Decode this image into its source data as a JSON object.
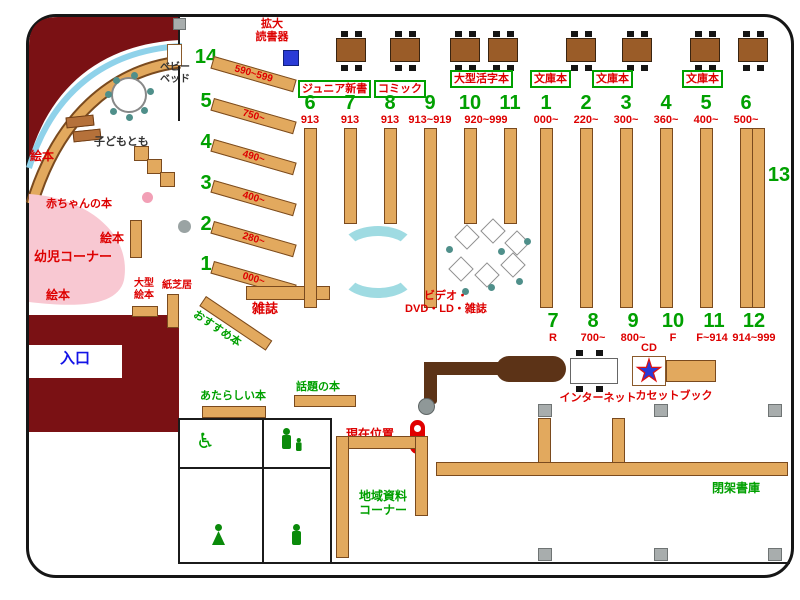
{
  "colors": {
    "maroon": "#7a1114",
    "shelf_tan": "#e2a95e",
    "shelf_border": "#7a4a1e",
    "green": "#00a000",
    "red": "#dd0000",
    "blue": "#1414e6",
    "pink_area": "#f8c8d2",
    "window_blue": "#8fd2ea",
    "cyan_bench": "#9fdbe2",
    "counter_brown": "#5c3317",
    "table_brown": "#9a5c28",
    "star_blue": "#2a3bd6"
  },
  "icons": {
    "wheelchair": "♿"
  },
  "top_labels": {
    "magnifier_l1": "拡大",
    "magnifier_l2": "読書器",
    "junior_shinsho": "ジュニア新書",
    "comic": "コミック",
    "large_print": "大型活字本",
    "bunko_1": "文庫本",
    "bunko_2": "文庫本",
    "bunko_3": "文庫本"
  },
  "diagonal_shelves": [
    {
      "no": "14",
      "range": "590~599"
    },
    {
      "no": "5",
      "range": "750~"
    },
    {
      "no": "4",
      "range": "490~"
    },
    {
      "no": "3",
      "range": "400~"
    },
    {
      "no": "2",
      "range": "280~"
    },
    {
      "no": "1",
      "range": "000~"
    }
  ],
  "center_columns": {
    "numbers": [
      "6",
      "7",
      "8",
      "9",
      "10",
      "11"
    ],
    "ranges": [
      "913",
      "913",
      "913",
      "913~919"
    ],
    "range_span": "920~999"
  },
  "right_columns_top": [
    {
      "no": "1",
      "range": "000~"
    },
    {
      "no": "2",
      "range": "220~"
    },
    {
      "no": "3",
      "range": "300~"
    },
    {
      "no": "4",
      "range": "360~"
    },
    {
      "no": "5",
      "range": "400~"
    },
    {
      "no": "6",
      "range": "500~"
    }
  ],
  "right_columns_bottom": [
    {
      "no": "7",
      "range": "R"
    },
    {
      "no": "8",
      "range": "700~"
    },
    {
      "no": "9",
      "range": "800~"
    },
    {
      "no": "10",
      "range": "F"
    },
    {
      "no": "11",
      "range": "F~914"
    },
    {
      "no": "12",
      "range": "914~999"
    }
  ],
  "shelf_13": "13",
  "kids_area": {
    "ehon_window": "絵本",
    "ehon_middle": "絵本",
    "ehon_bottom": "絵本",
    "baby_books": "赤ちゃんの本",
    "infant_corner": "幼児コーナー",
    "kodomo_tomo": "子どもとも",
    "baby_bed_l1": "ベビー",
    "baby_bed_l2": "ベッド",
    "oogata_ehon_l1": "大型",
    "oogata_ehon_l2": "絵本",
    "kamishibai": "紙芝居",
    "recommended": "おすすめ本"
  },
  "center_area": {
    "magazines": "雑誌",
    "video_l1": "ビデオ・",
    "video_l2": "DVD・LD・雑誌"
  },
  "entrance": "入口",
  "current_location": "現在位置",
  "services": {
    "new_books": "あたらしい本",
    "topical_books": "話題の本",
    "internet": "インターネット",
    "cd": "CD",
    "cassette_book": "カセットブック"
  },
  "rooms": {
    "local_l1": "地域資料",
    "local_l2": "コーナー",
    "closed_stacks": "閉架書庫"
  }
}
